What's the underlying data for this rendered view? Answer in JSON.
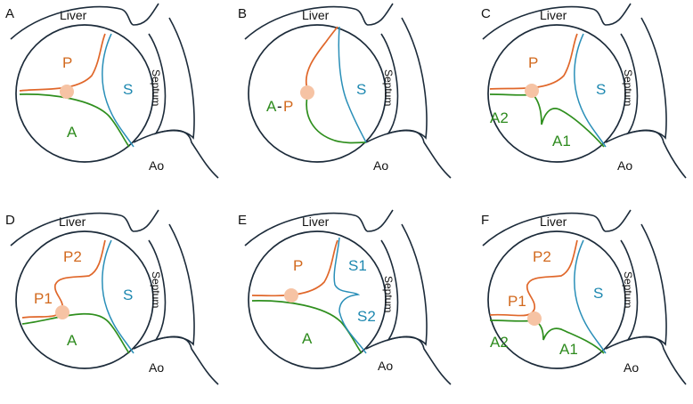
{
  "colors": {
    "outline": "#1c2b3a",
    "posterior": "#e0672a",
    "anterior": "#2f8f1e",
    "septal": "#2a8fb8",
    "junction_dot": "#f6c3a4"
  },
  "panels": [
    {
      "letter": "A",
      "liver": "Liver",
      "septum": "Septum",
      "ao": "Ao",
      "leaflets": [
        "P",
        "S",
        "A"
      ]
    },
    {
      "letter": "B",
      "liver": "Liver",
      "septum": "Septum",
      "ao": "Ao",
      "leaflets": [
        "A",
        "-",
        "P",
        "S"
      ]
    },
    {
      "letter": "C",
      "liver": "Liver",
      "septum": "Septum",
      "ao": "Ao",
      "leaflets": [
        "P",
        "S",
        "A2",
        "A1"
      ]
    },
    {
      "letter": "D",
      "liver": "Liver",
      "septum": "Septum",
      "ao": "Ao",
      "leaflets": [
        "P2",
        "P1",
        "S",
        "A"
      ]
    },
    {
      "letter": "E",
      "liver": "Liver",
      "septum": "Septum",
      "ao": "Ao",
      "leaflets": [
        "P",
        "S1",
        "S2",
        "A"
      ]
    },
    {
      "letter": "F",
      "liver": "Liver",
      "septum": "Septum",
      "ao": "Ao",
      "leaflets": [
        "P2",
        "P1",
        "S",
        "A2",
        "A1"
      ]
    }
  ]
}
